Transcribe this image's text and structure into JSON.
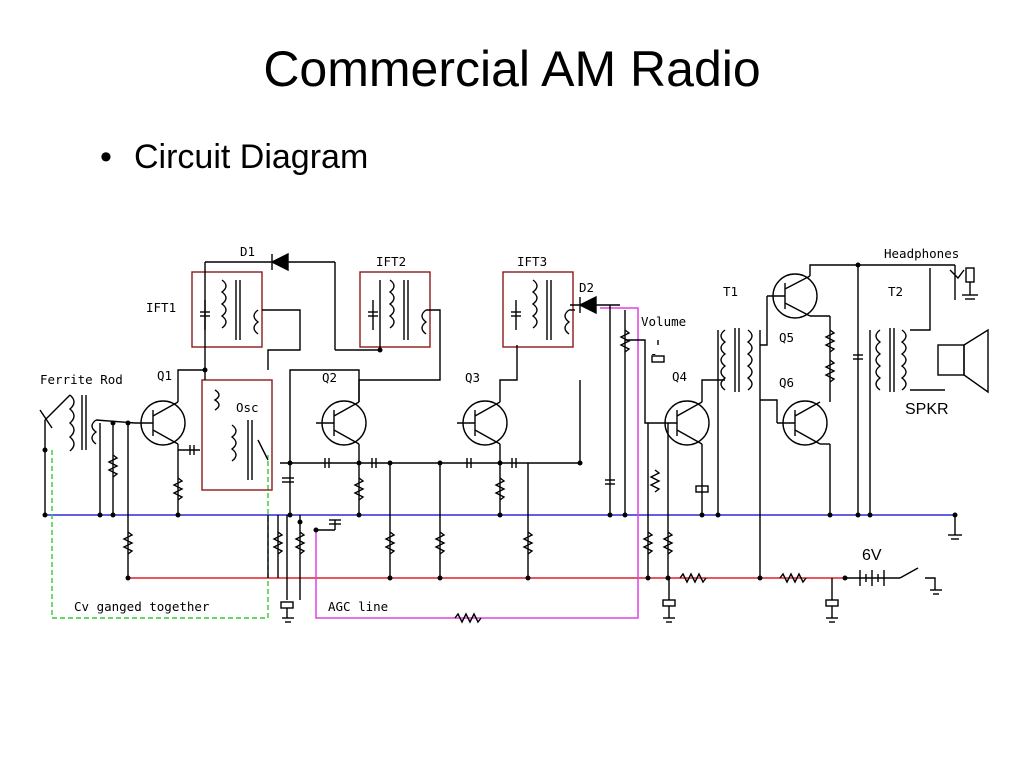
{
  "slide": {
    "title": "Commercial AM Radio",
    "bullet": "Circuit Diagram"
  },
  "diagram": {
    "labels": {
      "d1": "D1",
      "d2": "D2",
      "ift1": "IFT1",
      "ift2": "IFT2",
      "ift3": "IFT3",
      "ferrite_rod": "Ferrite Rod",
      "q1": "Q1",
      "q2": "Q2",
      "q3": "Q3",
      "q4": "Q4",
      "q5": "Q5",
      "q6": "Q6",
      "osc": "Osc",
      "volume": "Volume",
      "t1": "T1",
      "t2": "T2",
      "headphones": "Headphones",
      "spkr": "SPKR",
      "six_v": "6V",
      "agc_line": "AGC line",
      "cv_ganged": "Cv ganged together"
    },
    "colors": {
      "ground_rail": "#2b2bd6",
      "supply_rail": "#e0202a",
      "agc_line": "#e040e0",
      "ganged_cap_link": "#33cc33",
      "ift_box": "#8b1a1a",
      "wire": "#000000"
    }
  }
}
